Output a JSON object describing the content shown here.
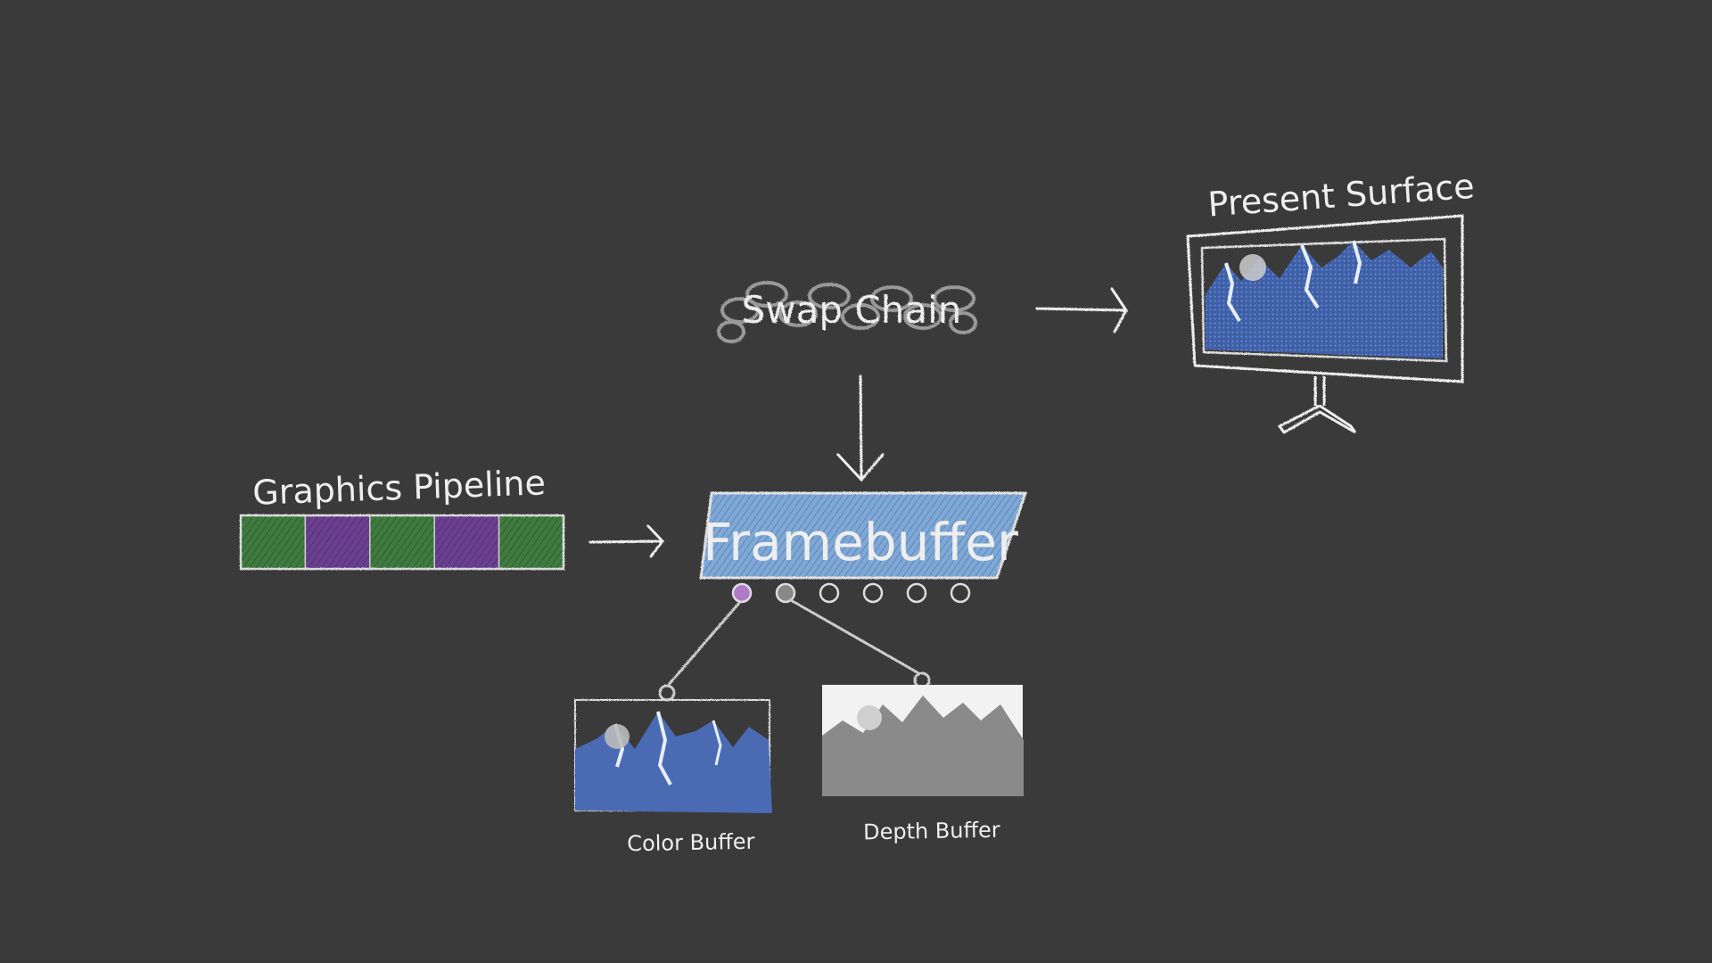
{
  "labels": {
    "graphics_pipeline": "Graphics Pipeline",
    "swap_chain": "Swap Chain",
    "framebuffer": "Framebuffer",
    "present_surface": "Present Surface",
    "color_buffer": "Color Buffer",
    "depth_buffer": "Depth Buffer"
  },
  "pipeline_stage_colors": [
    "#3f7a3f",
    "#6a3f8f",
    "#3f7a3f",
    "#6a3f8f",
    "#3f7a3f"
  ],
  "colors": {
    "background": "#3a3a3a",
    "chalk": "#eeeeee",
    "framebuffer_fill": "#7fa8d6",
    "mountain_blue": "#3f5fa8",
    "depth_gray": "#8a8a8a"
  },
  "icons": {
    "swap_chain": "chain-link-icon",
    "present_surface": "screen-on-stand-icon"
  },
  "framebuffer_attachment_count": 6
}
